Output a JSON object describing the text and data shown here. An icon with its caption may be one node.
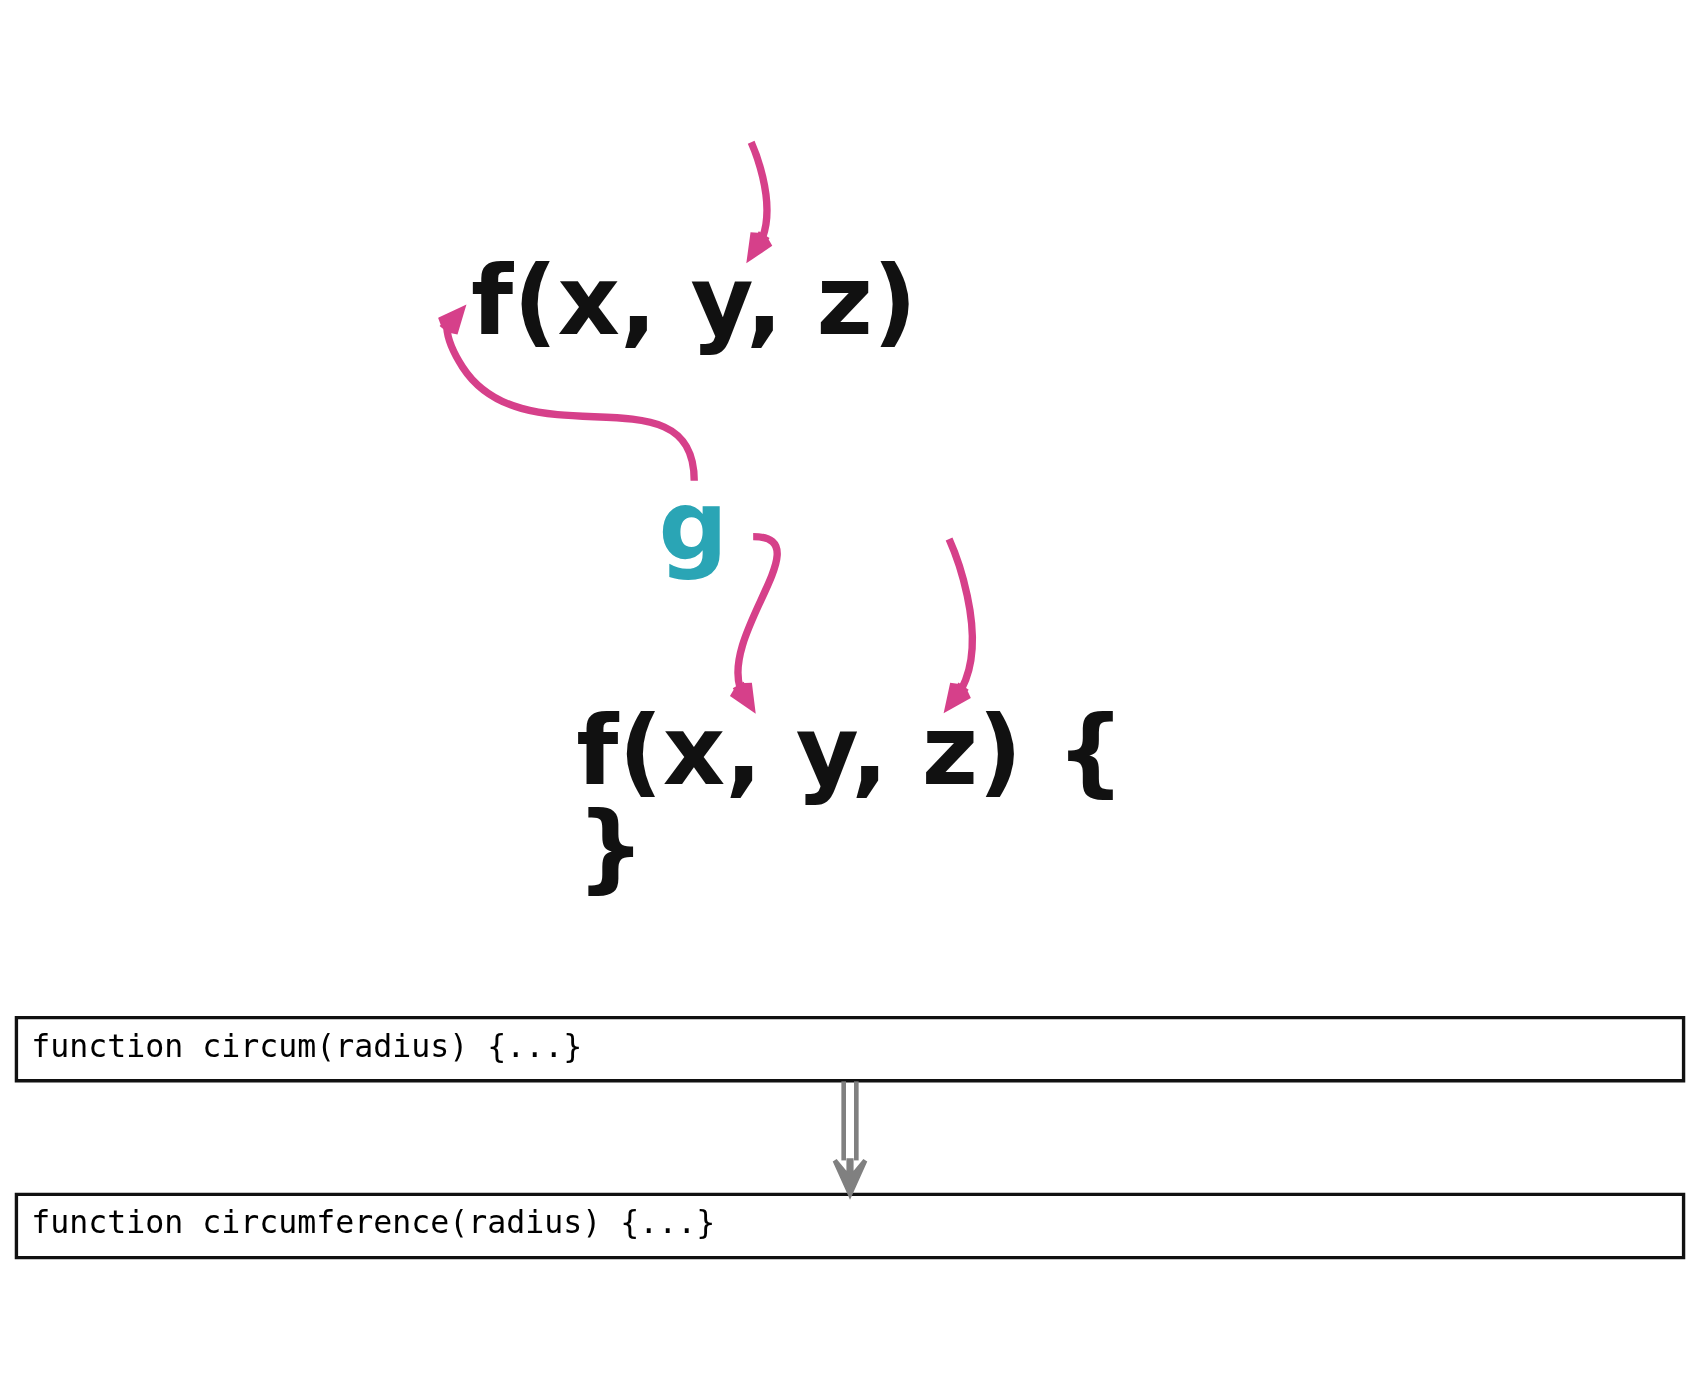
{
  "diagram": {
    "nodes": [
      {
        "text": [
          "f(x, y, z)"
        ]
      },
      {
        "text": [
          "g"
        ]
      },
      {
        "text": [
          "f(x, y, z) {",
          "}"
        ]
      },
      {
        "text": [
          "function circum(radius) {...}"
        ]
      },
      {
        "text": [
          "function circumference(radius) {...}"
        ]
      }
    ],
    "edges": [
      {
        "from": null,
        "to": 0,
        "arrow": "to"
      },
      {
        "from": 1,
        "to": 0,
        "arrow": "to"
      },
      {
        "from": 1,
        "to": 2,
        "arrow": "to"
      },
      {
        "from": null,
        "to": 2,
        "arrow": "to"
      },
      {
        "from": 3,
        "to": 4,
        "arrow": "to",
        "color": "#808080"
      }
    ]
  }
}
